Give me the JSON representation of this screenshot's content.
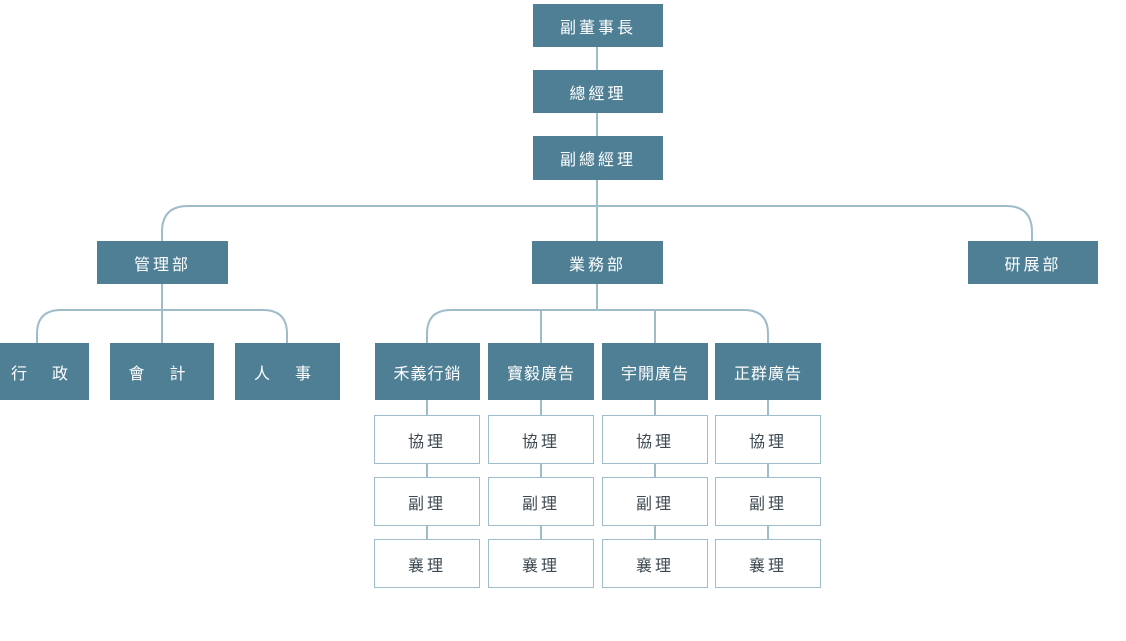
{
  "chart": {
    "vice_chairman": "副董事長",
    "general_manager": "總經理",
    "deputy_general_manager": "副總經理",
    "departments": {
      "management": {
        "label": "管理部",
        "units": [
          "行 政",
          "會 計",
          "人 事"
        ]
      },
      "business": {
        "label": "業務部",
        "units": [
          {
            "name": "禾義行銷",
            "roles": [
              "協理",
              "副理",
              "襄理"
            ]
          },
          {
            "name": "寶毅廣告",
            "roles": [
              "協理",
              "副理",
              "襄理"
            ]
          },
          {
            "name": "宇開廣告",
            "roles": [
              "協理",
              "副理",
              "襄理"
            ]
          },
          {
            "name": "正群廣告",
            "roles": [
              "協理",
              "副理",
              "襄理"
            ]
          }
        ]
      },
      "research": {
        "label": "研展部"
      }
    }
  },
  "colors": {
    "node_fill": "#4f7f95",
    "node_text": "#ffffff",
    "line": "#9fbccb",
    "role_border": "#9fbccb",
    "role_text": "#3d4a52"
  }
}
